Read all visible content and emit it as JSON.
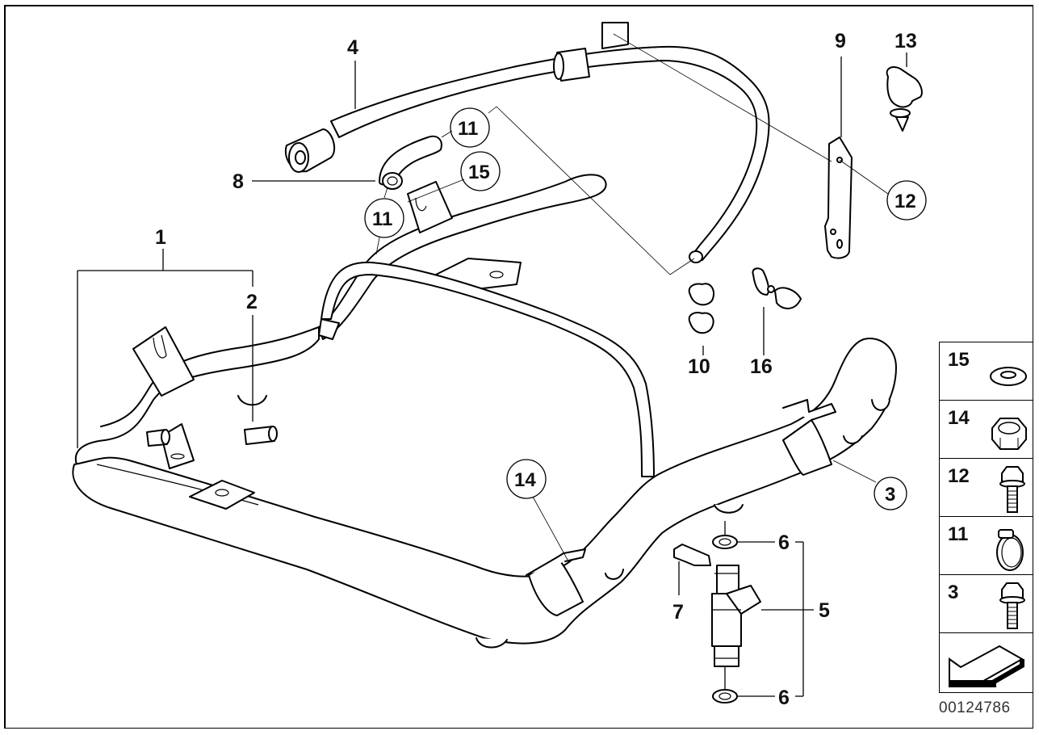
{
  "diagram": {
    "document_number": "00124786",
    "callouts": [
      {
        "id": "1",
        "label": "1",
        "style": "plain"
      },
      {
        "id": "2",
        "label": "2",
        "style": "plain"
      },
      {
        "id": "3",
        "label": "3",
        "style": "circled"
      },
      {
        "id": "4",
        "label": "4",
        "style": "plain"
      },
      {
        "id": "5",
        "label": "5",
        "style": "plain"
      },
      {
        "id": "6a",
        "label": "6",
        "style": "plain"
      },
      {
        "id": "6b",
        "label": "6",
        "style": "plain"
      },
      {
        "id": "7",
        "label": "7",
        "style": "plain"
      },
      {
        "id": "8",
        "label": "8",
        "style": "plain"
      },
      {
        "id": "9",
        "label": "9",
        "style": "plain"
      },
      {
        "id": "10",
        "label": "10",
        "style": "plain"
      },
      {
        "id": "11a",
        "label": "11",
        "style": "circled"
      },
      {
        "id": "11b",
        "label": "11",
        "style": "circled"
      },
      {
        "id": "12",
        "label": "12",
        "style": "circled"
      },
      {
        "id": "13",
        "label": "13",
        "style": "plain"
      },
      {
        "id": "14",
        "label": "14",
        "style": "circled"
      },
      {
        "id": "15",
        "label": "15",
        "style": "circled"
      },
      {
        "id": "16",
        "label": "16",
        "style": "plain"
      }
    ],
    "legend": [
      {
        "label": "15",
        "part": "washer"
      },
      {
        "label": "14",
        "part": "hex-nut"
      },
      {
        "label": "12",
        "part": "flange-bolt"
      },
      {
        "label": "11",
        "part": "hose-clamp"
      },
      {
        "label": "3",
        "part": "flange-bolt"
      },
      {
        "label": "",
        "part": "navigation-arrow"
      }
    ]
  }
}
